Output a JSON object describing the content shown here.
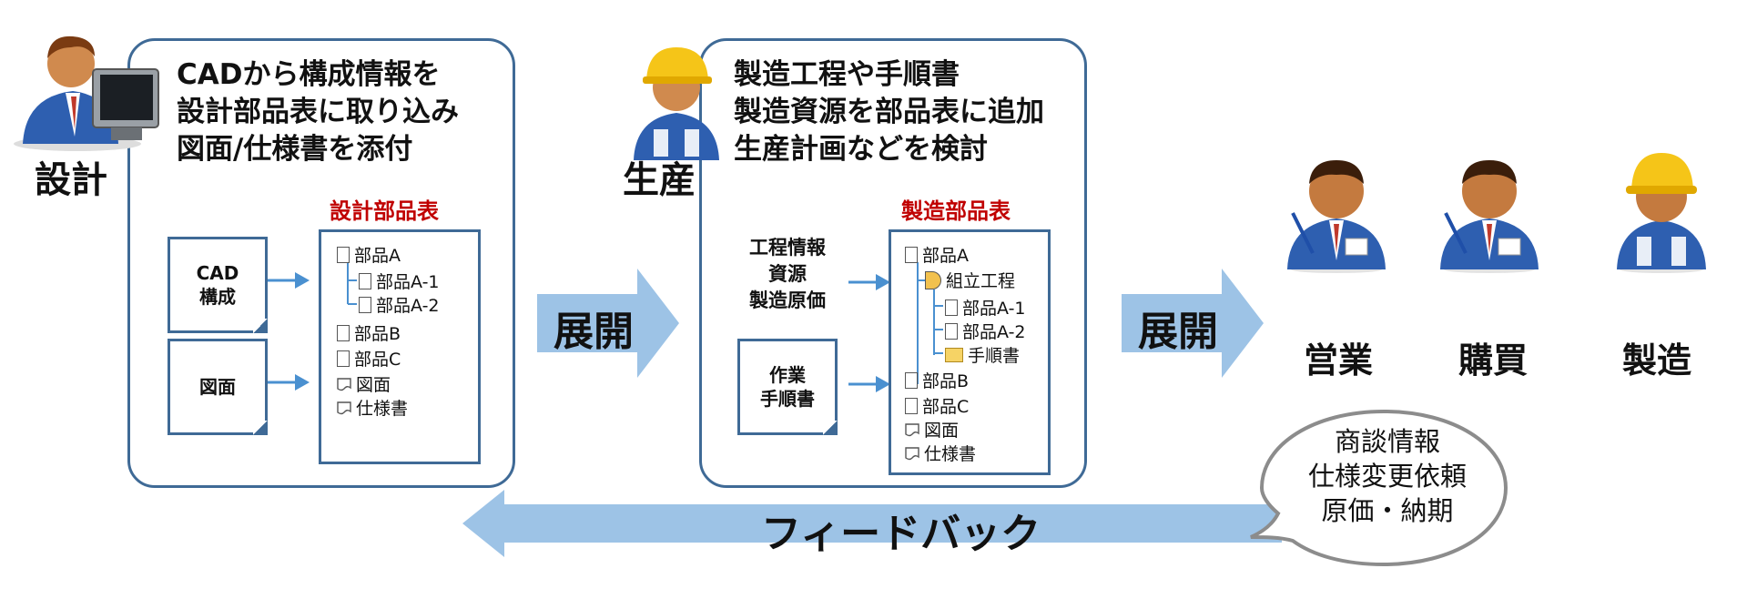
{
  "design": {
    "role": "設計",
    "description": "CADから構成情報を\n設計部品表に取り込み\n図面/仕様書を添付",
    "bom_title": "設計部品表",
    "inputs": [
      "CAD\n構成",
      "図面"
    ],
    "tree": [
      {
        "icon": "page-icon",
        "label": "部品A"
      },
      {
        "icon": "page-icon",
        "label": "部品A-1"
      },
      {
        "icon": "page-icon",
        "label": "部品A-2"
      },
      {
        "icon": "page-icon",
        "label": "部品B"
      },
      {
        "icon": "page-icon",
        "label": "部品C"
      },
      {
        "icon": "drawing-icon",
        "label": "図面"
      },
      {
        "icon": "drawing-icon",
        "label": "仕様書"
      }
    ]
  },
  "production": {
    "role": "生産",
    "description": "製造工程や手順書\n製造資源を部品表に追加\n生産計画などを検討",
    "bom_title": "製造部品表",
    "inputs": [
      "工程情報\n資源\n製造原価",
      "作業\n手順書"
    ],
    "tree": [
      {
        "icon": "page-icon",
        "label": "部品A"
      },
      {
        "icon": "process-icon",
        "label": "組立工程"
      },
      {
        "icon": "page-icon",
        "label": "部品A-1"
      },
      {
        "icon": "page-icon",
        "label": "部品A-2"
      },
      {
        "icon": "folder-icon",
        "label": "手順書"
      },
      {
        "icon": "page-icon",
        "label": "部品B"
      },
      {
        "icon": "page-icon",
        "label": "部品C"
      },
      {
        "icon": "drawing-icon",
        "label": "図面"
      },
      {
        "icon": "drawing-icon",
        "label": "仕様書"
      }
    ]
  },
  "arrows": {
    "expand_1": "展開",
    "expand_2": "展開",
    "feedback": "フィードバック"
  },
  "departments": [
    "営業",
    "購買",
    "製造"
  ],
  "bubble": "商談情報\n仕様変更依頼\n原価・納期",
  "colors": {
    "panel_border": "#3f6a96",
    "bom_title": "#c00000",
    "arrow_fill": "#9dc3e6",
    "suit_blue": "#2e5fb0",
    "helmet_yellow": "#f5c518"
  }
}
